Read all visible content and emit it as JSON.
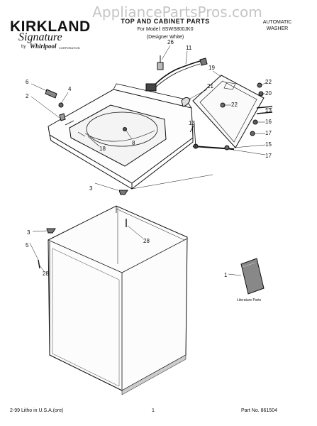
{
  "header": {
    "watermark": "AppliancePartsPros.com",
    "brand": "KIRKLAND",
    "brand_script": "Signature",
    "by": "by",
    "maker": "Whirlpool",
    "maker_corp": "CORPORATION",
    "title": "TOP AND CABINET PARTS",
    "model": "For Model: 8SWS800JK0",
    "color": "(Designer White)",
    "product_line1": "AUTOMATIC",
    "product_line2": "WASHER"
  },
  "callouts": [
    "26",
    "11",
    "19",
    "22",
    "20",
    "13",
    "16",
    "17",
    "15",
    "17",
    "21",
    "22",
    "13",
    "6",
    "4",
    "2",
    "8",
    "18",
    "3",
    "28",
    "3",
    "5",
    "28",
    "1"
  ],
  "literature_label": "Literature Parts",
  "footer": {
    "left": "2-99 Litho in U.S.A.(ore)",
    "page": "1",
    "part_no": "Part No. 861504"
  },
  "colors": {
    "ink": "#111111",
    "watermark": "#969696",
    "background": "#ffffff"
  }
}
